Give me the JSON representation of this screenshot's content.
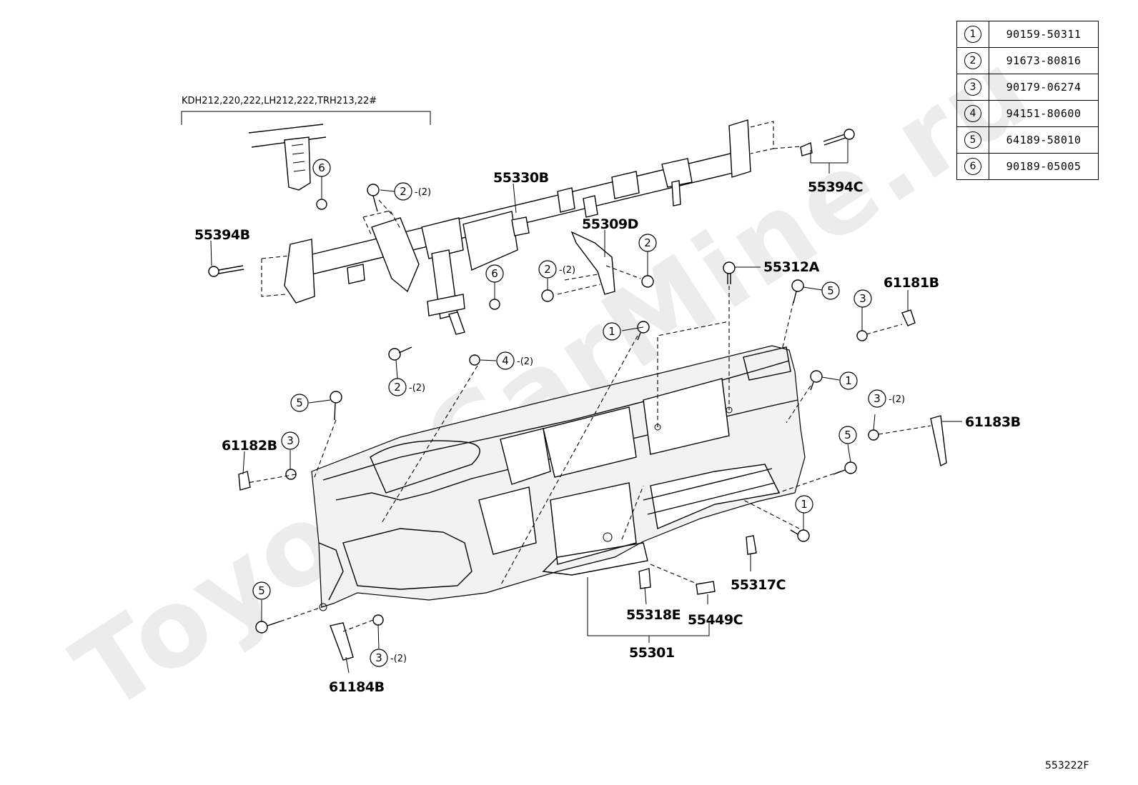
{
  "watermark": "ToyotaCarMine.ru",
  "diagram_code": "553222F",
  "legend": [
    {
      "key": "1",
      "part_number": "90159-50311"
    },
    {
      "key": "2",
      "part_number": "91673-80816"
    },
    {
      "key": "3",
      "part_number": "90179-06274"
    },
    {
      "key": "4",
      "part_number": "94151-80600"
    },
    {
      "key": "5",
      "part_number": "64189-58010"
    },
    {
      "key": "6",
      "part_number": "90189-05005"
    }
  ],
  "model_note": "KDH212,220,222,LH212,222,TRH213,22#",
  "parts": {
    "p55330B": "55330B",
    "p55394B": "55394B",
    "p55394C": "55394C",
    "p55309D": "55309D",
    "p55312A": "55312A",
    "p61181B": "61181B",
    "p61182B": "61182B",
    "p61183B": "61183B",
    "p61184B": "61184B",
    "p55317C": "55317C",
    "p55318E": "55318E",
    "p55449C": "55449C",
    "p55301": "55301"
  },
  "callouts": {
    "c1a": "1",
    "c1b": "1",
    "c1c": "1",
    "c2a": "2",
    "c2b": "2",
    "c2c": "2",
    "c2d": "2",
    "c3a": "3",
    "c3b": "3",
    "c3c": "3",
    "c3d": "3",
    "c4a": "4",
    "c5a": "5",
    "c5b": "5",
    "c5c": "5",
    "c5d": "5",
    "c6a": "6",
    "c6b": "6"
  },
  "quantities": {
    "q2a": "-(2)",
    "q2b": "-(2)",
    "q2d": "-(2)",
    "q3c": "-(2)",
    "q3d": "-(2)",
    "q4a": "-(2)"
  }
}
